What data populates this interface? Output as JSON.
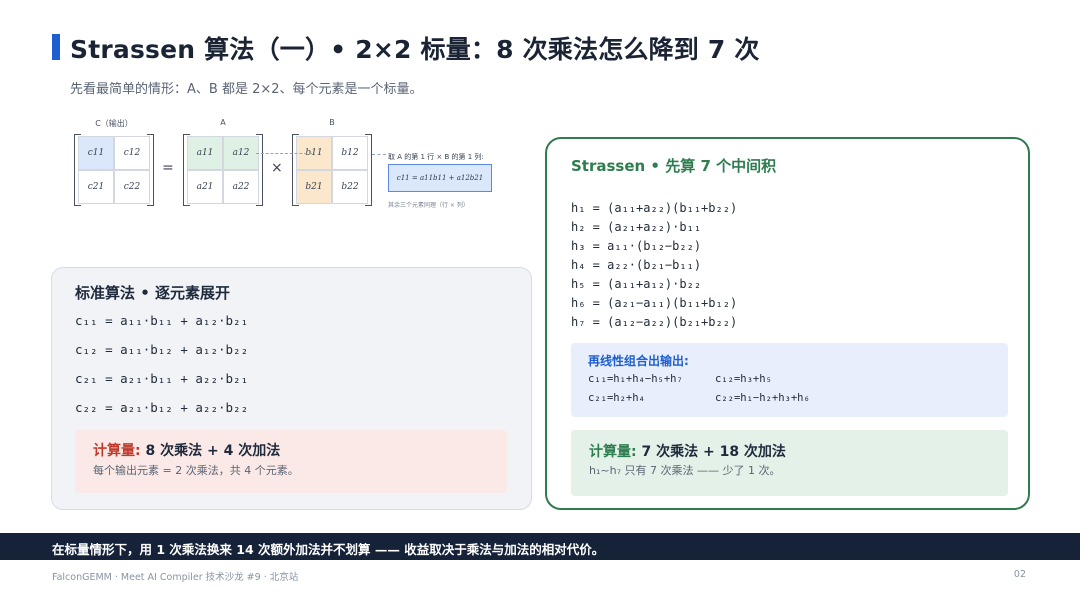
{
  "header": {
    "title": "Strassen 算法（一）• 2×2 标量：8 次乘法怎么降到 7 次",
    "subtitle": "先看最简单的情形：A、B 都是 2×2、每个元素是一个标量。"
  },
  "diagram": {
    "c_label": "C（输出）",
    "a_label": "A",
    "b_label": "B",
    "equals": "=",
    "times": "×",
    "c_cells": [
      "c11",
      "c12",
      "c21",
      "c22"
    ],
    "a_cells": [
      "a11",
      "a12",
      "a21",
      "a22"
    ],
    "b_cells": [
      "b11",
      "b12",
      "b21",
      "b22"
    ],
    "callout_text": "取 A 的第 1 行 × B 的第 1 列:",
    "callout_formula": "c11 = a11b11 + a12b21",
    "callout_note": "其余三个元素同理（行 × 列）"
  },
  "left_panel": {
    "heading": "标准算法 • 逐元素展开",
    "formulas": [
      "c₁₁ = a₁₁·b₁₁ + a₁₂·b₂₁",
      "c₁₂ = a₁₁·b₁₂ + a₁₂·b₂₂",
      "c₂₁ = a₂₁·b₁₁ + a₂₂·b₂₁",
      "c₂₂ = a₂₁·b₁₂ + a₂₂·b₂₂"
    ],
    "cost_key": "计算量:",
    "cost_value": " 8 次乘法 + 4 次加法",
    "cost_desc": "每个输出元素 = 2 次乘法，共 4 个元素。"
  },
  "right_panel": {
    "heading": "Strassen • 先算 7 个中间积",
    "h_lines": [
      "h₁ = (a₁₁+a₂₂)(b₁₁+b₂₂)",
      "h₂ = (a₂₁+a₂₂)·b₁₁",
      "h₃ = a₁₁·(b₁₂−b₂₂)",
      "h₄ = a₂₂·(b₂₁−b₁₁)",
      "h₅ = (a₁₁+a₁₂)·b₂₂",
      "h₆ = (a₂₁−a₁₁)(b₁₁+b₁₂)",
      "h₇ = (a₁₂−a₂₂)(b₂₁+b₂₂)"
    ],
    "combo_title": "再线性组合出输出:",
    "combo": [
      "c₁₁=h₁+h₄−h₅+h₇",
      "c₁₂=h₃+h₅",
      "c₂₁=h₂+h₄",
      "c₂₂=h₁−h₂+h₃+h₆"
    ],
    "cost_key": "计算量:",
    "cost_value": " 7 次乘法 + 18 次加法",
    "cost_desc": "h₁~h₇ 只有 7 次乘法 —— 少了 1 次。"
  },
  "banner": {
    "text": "在标量情形下，用 1 次乘法换来 14 次额外加法并不划算 —— 收益取决于乘法与加法的相对代价。"
  },
  "footer": {
    "left": "FalconGEMM · Meet AI Compiler 技术沙龙 #9 · 北京站",
    "page": "02"
  },
  "colors": {
    "accent_blue": "#1d5fd1",
    "accent_green": "#2e7d4f",
    "accent_red": "#c0392b",
    "banner_bg": "#152238"
  }
}
